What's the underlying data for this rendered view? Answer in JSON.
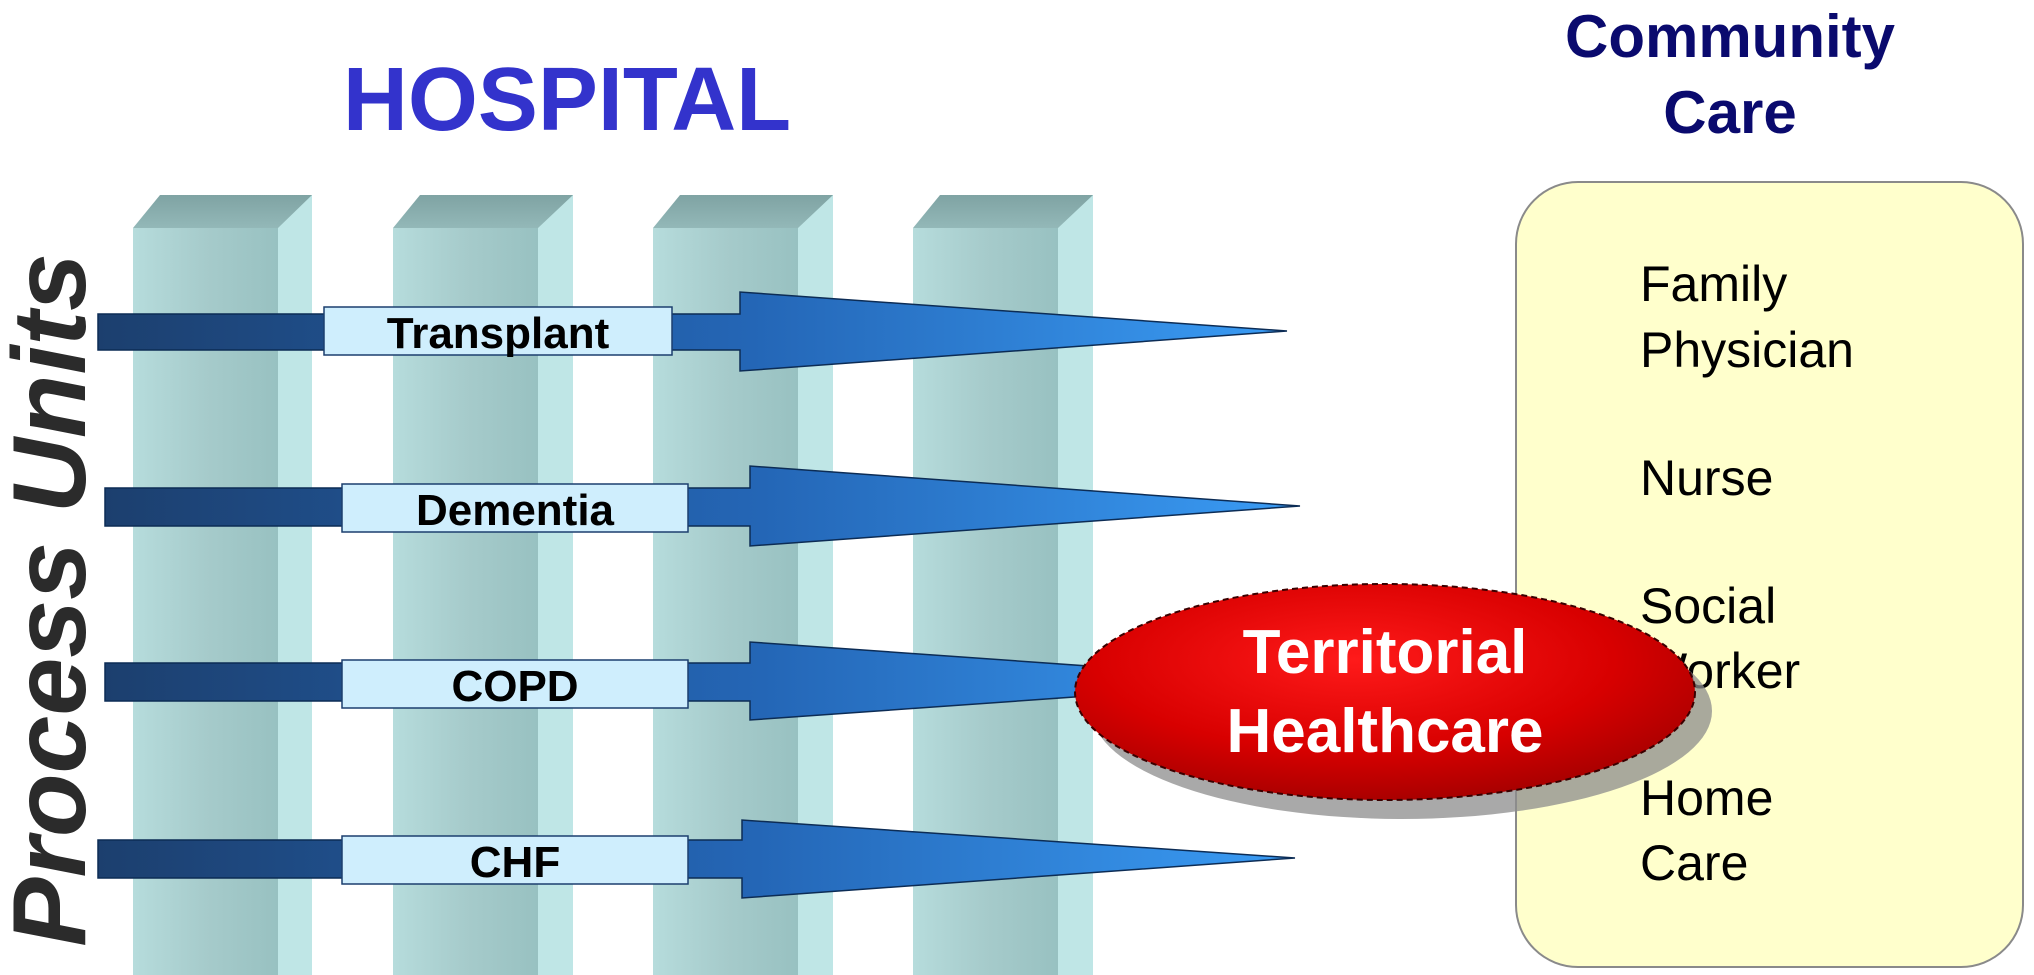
{
  "hospital": {
    "title": "HOSPITAL"
  },
  "side_label": "Process Units",
  "process_units": [
    {
      "label": "Transplant"
    },
    {
      "label": "Dementia"
    },
    {
      "label": "COPD"
    },
    {
      "label": "CHF"
    }
  ],
  "community": {
    "title_line1": "Community",
    "title_line2": "Care",
    "items": [
      {
        "line1": "Family",
        "line2": "Physician"
      },
      {
        "line1": "Nurse",
        "line2": ""
      },
      {
        "line1": "Social",
        "line2": "Worker"
      },
      {
        "line1": "Home",
        "line2": "Care"
      }
    ]
  },
  "territorial": {
    "line1": "Territorial",
    "line2": "Healthcare"
  },
  "colors": {
    "title_blue": "#3333cc",
    "navy": "#0a0a6e",
    "arrow_dark": "#1f4e79",
    "arrow_light": "#2e8ef0",
    "label_fill": "#cfeefd",
    "column": "#a8d0d0",
    "community_bg": "#ffffcc",
    "ellipse_red": "#d40000"
  },
  "icons": {
    "arrow": "right-arrow-shape",
    "column": "3d-pillar-shape"
  }
}
